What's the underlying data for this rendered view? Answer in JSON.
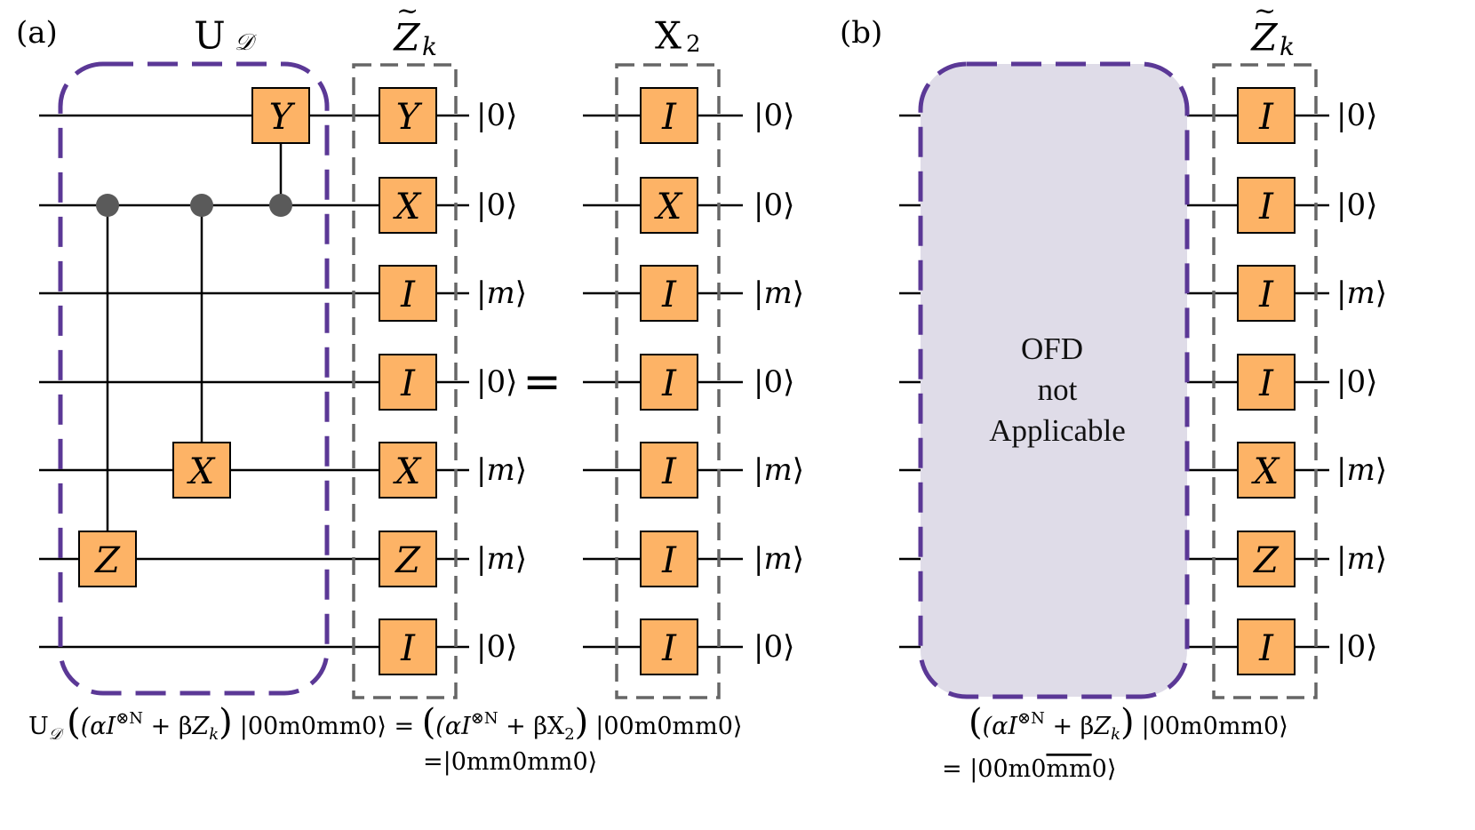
{
  "panel_a": {
    "label": "(a)",
    "ud_title": {
      "main": "U",
      "sub": "𝒟"
    },
    "zk_title": {
      "main": "Z",
      "sub": "k",
      "tilde": "~"
    },
    "x2_title": {
      "main": "X",
      "sub": "2"
    },
    "equals": "=",
    "ud_gates": [
      {
        "label": "Y",
        "wire": 0,
        "col": "c3",
        "control_wire": 1
      },
      {
        "label": "X",
        "wire": 4,
        "col": "c2",
        "control_wire": 1
      },
      {
        "label": "Z",
        "wire": 5,
        "col": "c1",
        "control_wire": 1
      }
    ],
    "zk_gates": [
      "Y",
      "X",
      "I",
      "I",
      "X",
      "Z",
      "I"
    ],
    "zk_kets": [
      "0",
      "0",
      "m",
      "0",
      "m",
      "m",
      "0"
    ],
    "x2_gates": [
      "I",
      "X",
      "I",
      "I",
      "I",
      "I",
      "I"
    ],
    "x2_kets": [
      "0",
      "0",
      "m",
      "0",
      "m",
      "m",
      "0"
    ],
    "formula_line1": {
      "lhs_op": "U",
      "lhs_sub": "𝒟",
      "middle": "(αI",
      "tensor": "⊗N",
      "plus": " + β",
      "zk": "Z",
      "zk_sub": "k",
      "close": ")",
      "state": "|00m0mm0⟩",
      "eq": " = ",
      "rhs": "(αI",
      "rhs_tensor": "⊗N",
      "rhs_plus": " + βX",
      "rhs_sub": "2",
      "rhs_close": ")",
      "rhs_state": "|00m0mm0⟩"
    },
    "formula_line2": "=|0mm0mm0⟩"
  },
  "panel_b": {
    "label": "(b)",
    "zk_title": {
      "main": "Z",
      "sub": "k",
      "tilde": "~"
    },
    "ofd_lines": [
      "OFD",
      "not",
      "Applicable"
    ],
    "zk_gates": [
      "I",
      "I",
      "I",
      "I",
      "X",
      "Z",
      "I"
    ],
    "zk_kets": [
      "0",
      "0",
      "m",
      "0",
      "m",
      "m",
      "0"
    ],
    "formula_line1": {
      "open": "(αI",
      "tensor": "⊗N",
      "plus": " + β",
      "zk": "Z",
      "zk_sub": "k",
      "close": ")",
      "state": "|00m0mm0⟩"
    },
    "formula_line2": {
      "prefix": "= |00m0",
      "overline": "mm",
      "suffix": "0⟩"
    }
  },
  "colors": {
    "gate_fill": "#fdb366",
    "ud_border": "#5b3896",
    "zk_border": "#666666",
    "ofd_fill": "#dfdce8",
    "control_dot": "#5a5a5a"
  }
}
